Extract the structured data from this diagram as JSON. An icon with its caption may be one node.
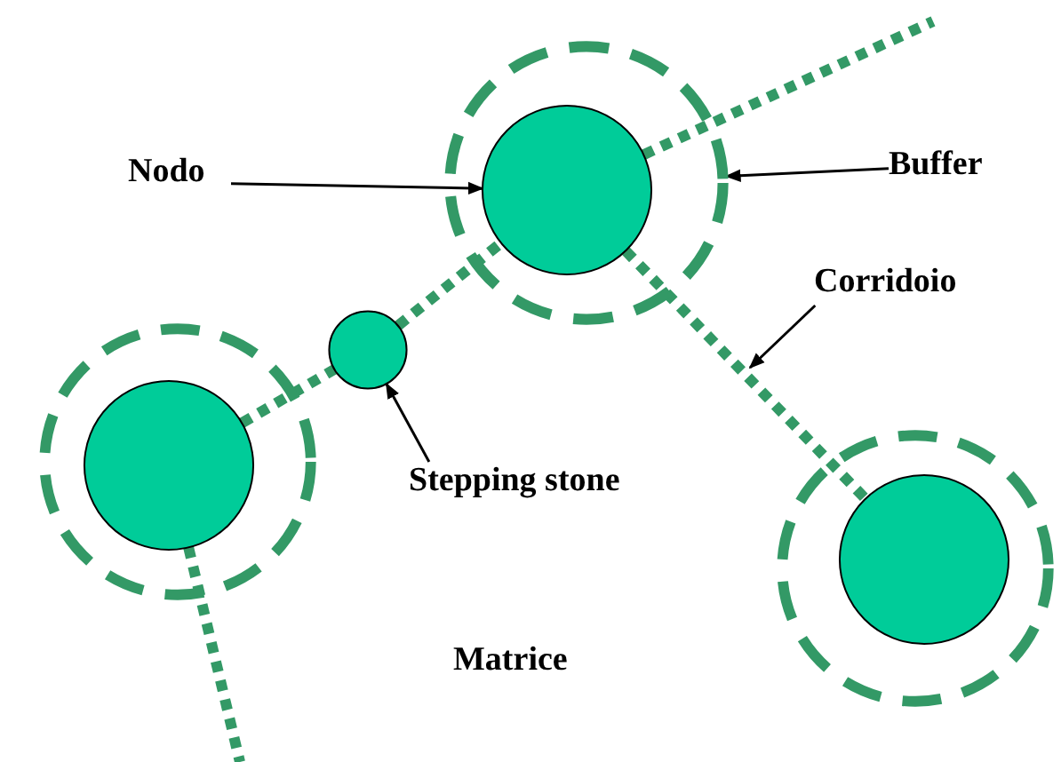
{
  "diagram": {
    "nodes": [
      {
        "text": [
          "Nodo"
        ]
      },
      {
        "text": [],
        "shape": "circle"
      },
      {
        "text": [],
        "shape": "circle",
        "in": 1
      },
      {
        "text": [
          "Buffer"
        ]
      },
      {
        "text": [
          "Corridoio"
        ]
      },
      {
        "text": [],
        "shape": "circle"
      },
      {
        "text": [
          "Stepping stone"
        ]
      },
      {
        "text": [],
        "shape": "circle"
      },
      {
        "text": [],
        "shape": "circle",
        "in": 7
      },
      {
        "text": [],
        "shape": "circle"
      },
      {
        "text": [],
        "shape": "circle",
        "in": 9
      }
    ],
    "edges": [
      {
        "from": 0,
        "to": 2,
        "arrow": "to",
        "color": "#000000"
      },
      {
        "from": 3,
        "to": 1,
        "arrow": "to",
        "color": "#000000"
      },
      {
        "from": 4,
        "to": null,
        "arrow": "to",
        "color": "#000000"
      },
      {
        "from": 6,
        "to": 5,
        "arrow": "to",
        "color": "#000000"
      },
      {
        "from": 8,
        "to": 5,
        "arrow": "none",
        "style": "dashed"
      },
      {
        "from": 5,
        "to": 2,
        "arrow": "none",
        "style": "dashed"
      },
      {
        "from": 2,
        "to": 10,
        "arrow": "none",
        "style": "dashed"
      },
      {
        "from": 2,
        "to": null,
        "arrow": "none",
        "style": "dashed"
      },
      {
        "from": 8,
        "to": null,
        "arrow": "none",
        "style": "dashed"
      }
    ],
    "labels": [
      "Matrice"
    ]
  }
}
